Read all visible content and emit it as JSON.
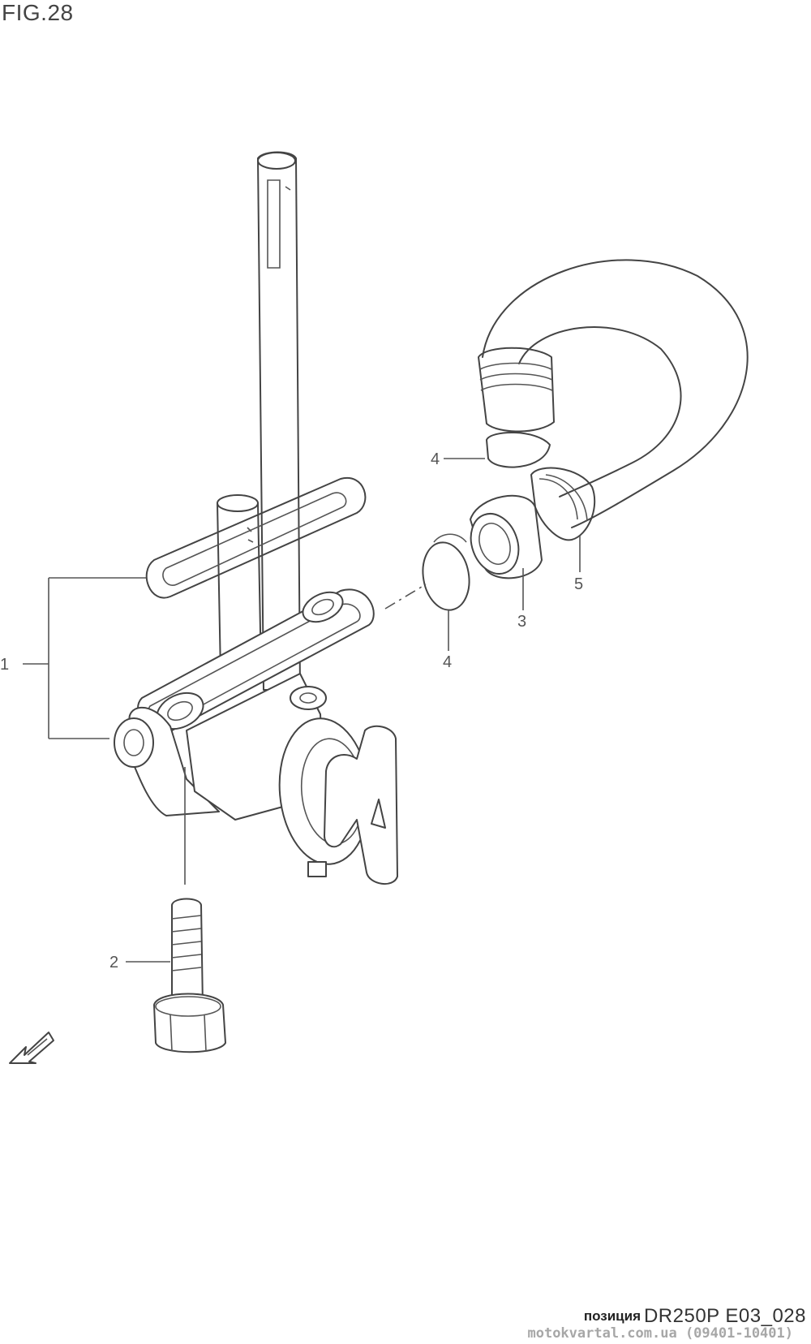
{
  "figure": {
    "title": "FIG.28"
  },
  "callouts": [
    {
      "id": "1",
      "label": "1"
    },
    {
      "id": "2",
      "label": "2"
    },
    {
      "id": "3",
      "label": "3"
    },
    {
      "id": "4a",
      "label": "4"
    },
    {
      "id": "4b",
      "label": "4"
    },
    {
      "id": "5",
      "label": "5"
    }
  ],
  "footer": {
    "code": "DR250P E03_028",
    "label": "позиция",
    "watermark": "motokvartal.com.ua (09401-10401)"
  },
  "icons": {
    "front_arrow": "front-direction-arrow-icon"
  }
}
